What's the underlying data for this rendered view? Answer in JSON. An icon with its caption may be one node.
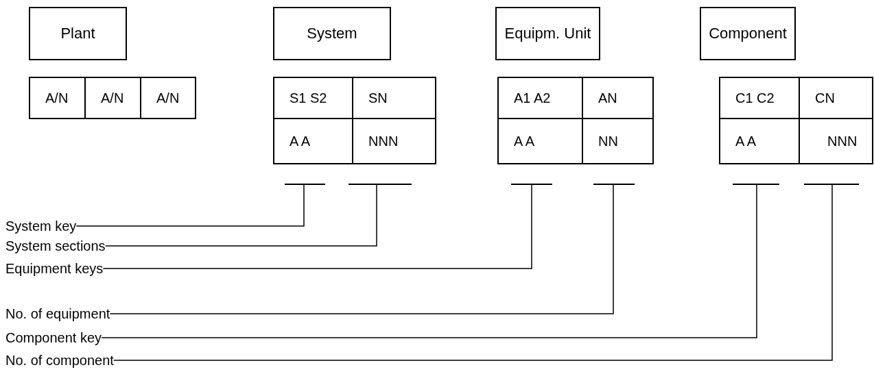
{
  "diagram": {
    "nodes": [
      {
        "text": [
          "Plant"
        ]
      },
      {
        "text": [
          "System"
        ]
      },
      {
        "text": [
          "Equipm. Unit"
        ]
      },
      {
        "text": [
          "Component"
        ]
      },
      {
        "text": [],
        "shape": "bar"
      },
      {
        "text": [],
        "shape": "bar"
      },
      {
        "text": [],
        "shape": "bar"
      },
      {
        "text": [],
        "shape": "bar"
      },
      {
        "text": [],
        "shape": "bar"
      },
      {
        "text": [],
        "shape": "bar"
      },
      {
        "text": [
          "System key"
        ]
      },
      {
        "text": [
          "System sections"
        ]
      },
      {
        "text": [
          "Equipment keys"
        ]
      },
      {
        "text": [
          "No. of equipment"
        ]
      },
      {
        "text": [
          "Component key"
        ]
      },
      {
        "text": [
          "No. of component"
        ]
      }
    ],
    "edges": [
      {
        "from": 10,
        "to": 4,
        "arrow": "none"
      },
      {
        "from": 11,
        "to": 5,
        "arrow": "none"
      },
      {
        "from": 12,
        "to": 6,
        "arrow": "none"
      },
      {
        "from": 13,
        "to": 7,
        "arrow": "none"
      },
      {
        "from": 14,
        "to": 8,
        "arrow": "none"
      },
      {
        "from": 15,
        "to": 9,
        "arrow": "none"
      }
    ],
    "labels": [
      "A/N",
      "A/N",
      "A/N",
      "S1 S2",
      "SN",
      "A A",
      "NNN",
      "A1 A2",
      "AN",
      "A A",
      "NN",
      "C1 C2",
      "CN",
      "A A",
      "NNN"
    ]
  }
}
